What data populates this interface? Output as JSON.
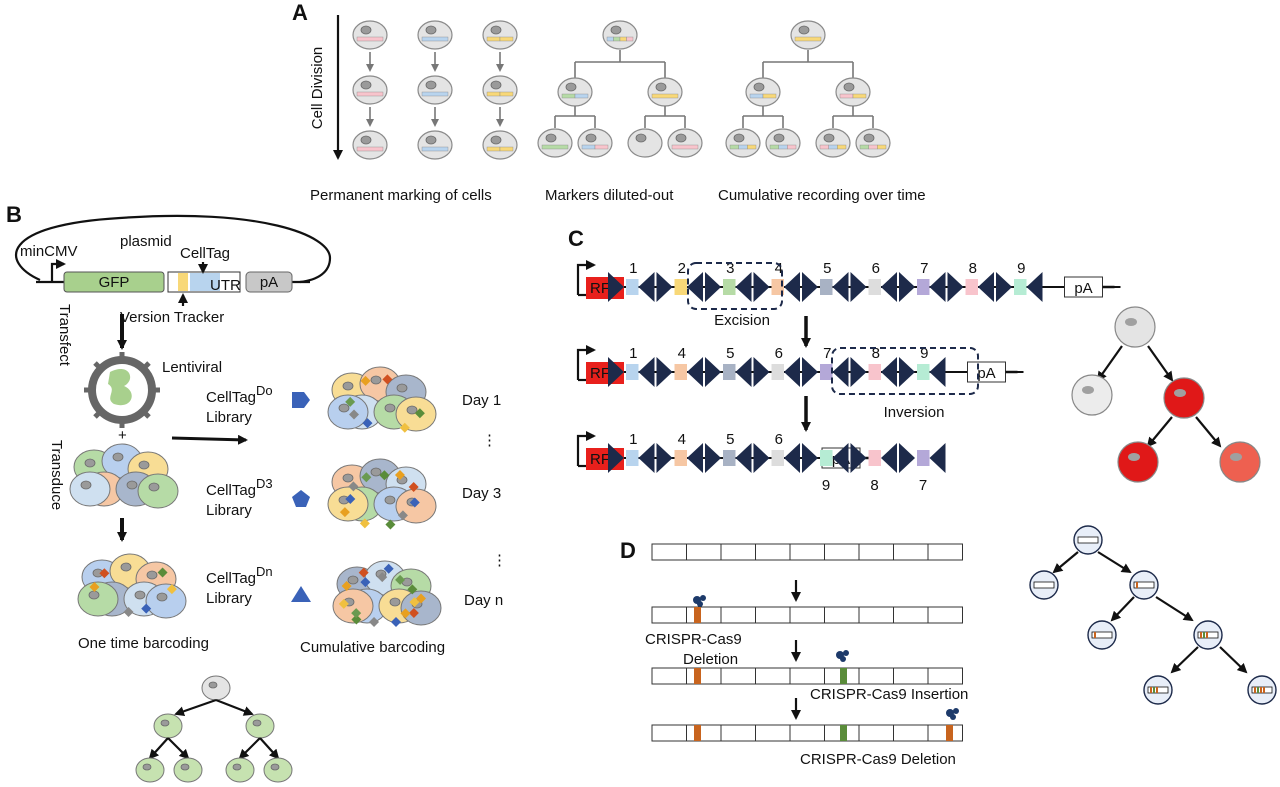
{
  "panels": {
    "a": "A",
    "b": "B",
    "c": "C",
    "d": "D"
  },
  "panel_a": {
    "axis_label": "Cell Division",
    "captions": {
      "permanent": "Permanent marking of cells",
      "diluted": "Markers diluted-out",
      "cumulative": "Cumulative recording over time"
    }
  },
  "panel_b": {
    "plasmid": "plasmid",
    "promoter": "minCMV",
    "gfp": "GFP",
    "celltag": "CellTag",
    "utr": "UTR",
    "pa": "pA",
    "version_tracker": "Version Tracker",
    "transfect": "Transfect",
    "lentiviral": "Lentiviral",
    "plus": "+",
    "transduce": "Transduce",
    "libraries": [
      {
        "name": "CellTag",
        "sup": "Do",
        "suffix": "Library",
        "day": "Day 1"
      },
      {
        "name": "CellTag",
        "sup": "D3",
        "suffix": "Library",
        "day": "Day 3"
      },
      {
        "name": "CellTag",
        "sup": "Dn",
        "suffix": "Library",
        "day": "Day n"
      }
    ],
    "dots": "⋮",
    "one_time": "One time barcoding",
    "cumulative": "Cumulative barcoding"
  },
  "panel_c": {
    "rfp": "RFP",
    "pa": "pA",
    "row1_numbers": [
      "1",
      "2",
      "3",
      "4",
      "5",
      "6",
      "7",
      "8",
      "9"
    ],
    "row2_numbers": [
      "1",
      "4",
      "5",
      "6",
      "7",
      "8",
      "9"
    ],
    "row3_numbers": [
      "1",
      "4",
      "5",
      "6",
      "9",
      "8",
      "7"
    ],
    "excision": "Excision",
    "inversion": "Inversion"
  },
  "panel_d": {
    "deletion1": "CRISPR-Cas9",
    "deletion1b": "Deletion",
    "insertion": "CRISPR-Cas9 Insertion",
    "deletion2": "CRISPR-Cas9 Deletion"
  },
  "colors": {
    "gfp": "#a8d08d",
    "rfp": "#e8201c",
    "barcode_blue": "#b8d4ee",
    "barcode_yellow": "#f8d878",
    "barcode_green": "#b6dba6",
    "barcode_peach": "#f6c7a4",
    "barcode_slate": "#a8b2c4",
    "barcode_grey": "#dddddd",
    "barcode_purple": "#b4a8d8",
    "barcode_pink": "#f8c4cc",
    "barcode_mint": "#b6ecd4",
    "orange_edit": "#c8641e",
    "green_edit": "#5a8c3a"
  }
}
